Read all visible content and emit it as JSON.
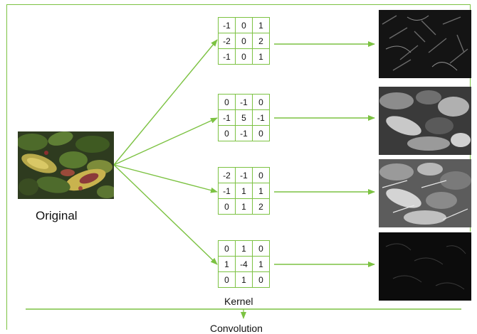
{
  "labels": {
    "original": "Original",
    "kernel": "Kernel",
    "convolution": "Convolution"
  },
  "kernels": [
    {
      "rows": [
        [
          "-1",
          "0",
          "1"
        ],
        [
          "-2",
          "0",
          "2"
        ],
        [
          "-1",
          "0",
          "1"
        ]
      ]
    },
    {
      "rows": [
        [
          "0",
          "-1",
          "0"
        ],
        [
          "-1",
          "5",
          "-1"
        ],
        [
          "0",
          "-1",
          "0"
        ]
      ]
    },
    {
      "rows": [
        [
          "-2",
          "-1",
          "0"
        ],
        [
          "-1",
          "1",
          "1"
        ],
        [
          "0",
          "1",
          "2"
        ]
      ]
    },
    {
      "rows": [
        [
          "0",
          "1",
          "0"
        ],
        [
          "1",
          "-4",
          "1"
        ],
        [
          "0",
          "1",
          "0"
        ]
      ]
    }
  ],
  "colors": {
    "accent": "#7cc242",
    "text": "#111111"
  }
}
